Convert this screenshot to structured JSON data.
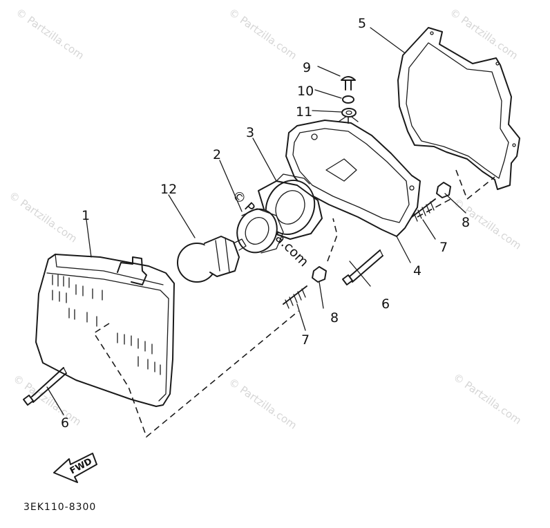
{
  "diagram": {
    "part_code": "3EK110-8300",
    "direction_label": "FWD",
    "watermark_text": "© Partzilla.com",
    "callouts": [
      "1",
      "2",
      "3",
      "4",
      "5",
      "6",
      "6",
      "7",
      "7",
      "8",
      "8",
      "9",
      "10",
      "11",
      "12"
    ]
  }
}
